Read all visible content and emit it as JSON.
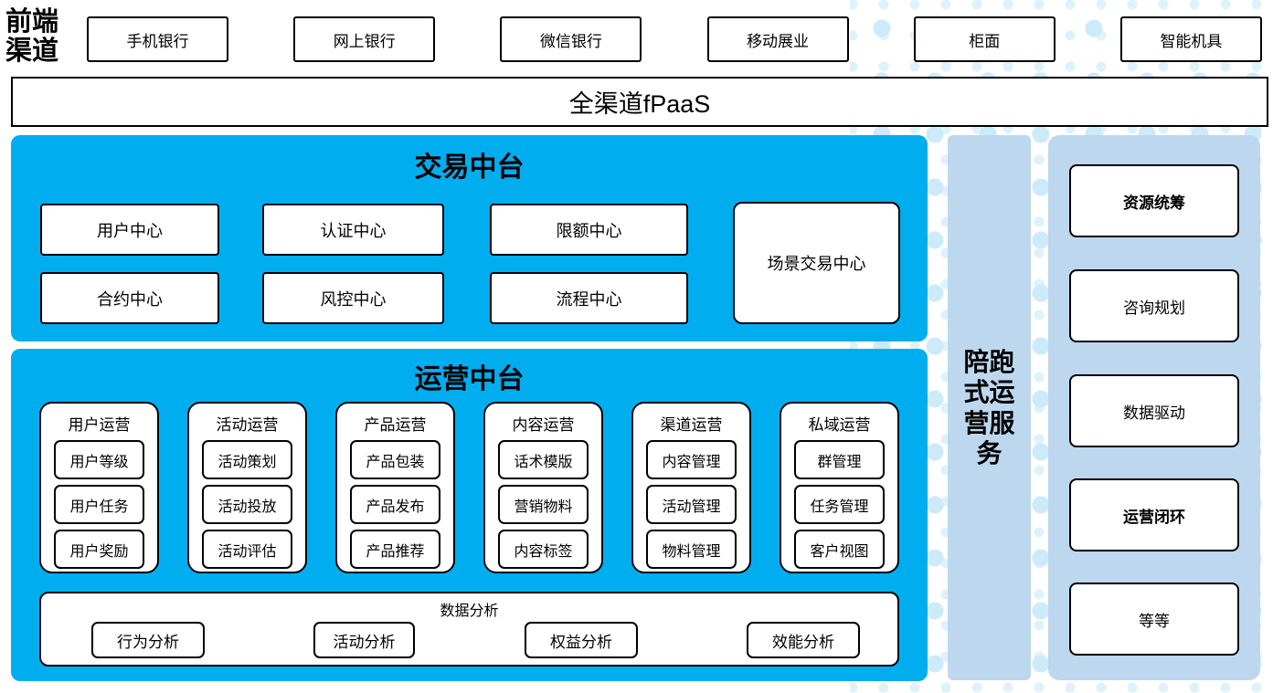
{
  "frontend_channels": {
    "label": "前端渠道",
    "channels": [
      "手机银行",
      "网上银行",
      "微信银行",
      "移动展业",
      "柜面",
      "智能机具"
    ]
  },
  "fpaas_bar": {
    "label": "全渠道fPaaS"
  },
  "transaction_platform": {
    "title": "交易中台",
    "centers_row1": [
      "用户中心",
      "认证中心",
      "限额中心"
    ],
    "centers_row2": [
      "合约中心",
      "风控中心",
      "流程中心"
    ],
    "scene_center": "场景交易中心"
  },
  "operation_platform": {
    "title": "运营中台",
    "columns": [
      {
        "title": "用户运营",
        "items": [
          "用户等级",
          "用户任务",
          "用户奖励"
        ]
      },
      {
        "title": "活动运营",
        "items": [
          "活动策划",
          "活动投放",
          "活动评估"
        ]
      },
      {
        "title": "产品运营",
        "items": [
          "产品包装",
          "产品发布",
          "产品推荐"
        ]
      },
      {
        "title": "内容运营",
        "items": [
          "话术模版",
          "营销物料",
          "内容标签"
        ]
      },
      {
        "title": "渠道运营",
        "items": [
          "内容管理",
          "活动管理",
          "物料管理"
        ]
      },
      {
        "title": "私域运营",
        "items": [
          "群管理",
          "任务管理",
          "客户视图"
        ]
      }
    ],
    "data_analysis": {
      "title": "数据分析",
      "items": [
        "行为分析",
        "活动分析",
        "权益分析",
        "效能分析"
      ]
    }
  },
  "side_service": {
    "label": "陪跑式运营服务"
  },
  "right_panel": {
    "items": [
      "资源统筹",
      "咨询规划",
      "数据驱动",
      "运营闭环",
      "等等"
    ]
  },
  "colors": {
    "primary_blue": "#00AEEF",
    "light_blue": "#BDD7EE",
    "dot_blue_1": "#CDEAF8",
    "dot_blue_2": "#DDF2FB"
  }
}
